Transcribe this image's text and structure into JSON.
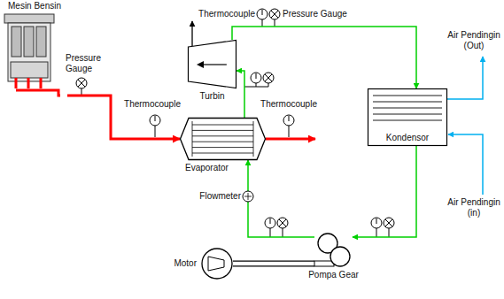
{
  "diagram": {
    "nodes": [
      {
        "text": [
          "Mesin Bensin"
        ]
      },
      {
        "text": [
          "Turbin"
        ]
      },
      {
        "text": [
          "Evaporator"
        ]
      },
      {
        "text": [
          "Kondensor"
        ]
      },
      {
        "text": [
          "Motor"
        ]
      },
      {
        "text": [
          "Pompa Gear"
        ]
      }
    ],
    "edges": [
      {
        "from": 0,
        "to": 2,
        "arrow": "to"
      },
      {
        "from": 2,
        "to": 1,
        "arrow": "to"
      },
      {
        "from": 1,
        "to": 3,
        "arrow": "to"
      },
      {
        "from": 3,
        "to": 5,
        "arrow": "to"
      },
      {
        "from": 5,
        "to": 2,
        "arrow": "to"
      },
      {
        "from": 4,
        "to": 5,
        "arrow": "none"
      }
    ],
    "labels": [
      "Pressure Gauge",
      "Thermocouple",
      "Pressure Gauge",
      "Thermocouple",
      "Thermocouple",
      "Flowmeter",
      "Air Pendingin (Out)",
      "Air Pendingin (in)"
    ]
  }
}
